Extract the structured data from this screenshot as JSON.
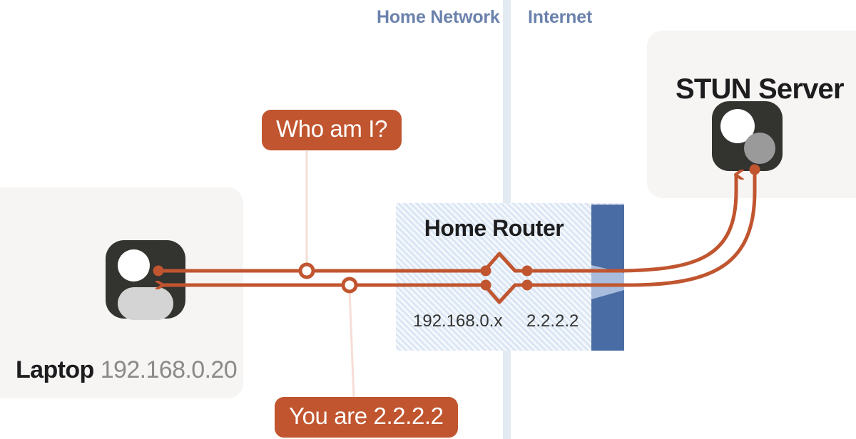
{
  "zones": {
    "home_label": "Home Network",
    "internet_label": "Internet",
    "divider_color": "#e3eaf2",
    "label_color": "#6b82ad"
  },
  "nodes": {
    "laptop": {
      "name": "Laptop",
      "ip": "192.168.0.20",
      "icon": "user-avatar-icon",
      "card_color": "#f7f5f3"
    },
    "router": {
      "title": "Home Router",
      "lan_ip": "192.168.0.x",
      "wan_ip": "2.2.2.2",
      "fill_color": "#dbe6f4",
      "nat_bar_color": "#4a6ca4"
    },
    "stun": {
      "title": "STUN Server",
      "icon": "server-dots-icon",
      "card_color": "#f7f5f3"
    }
  },
  "callouts": {
    "request": "Who am I?",
    "response": "You are 2.2.2.2",
    "bubble_color": "#c0552f",
    "text_color": "#ffffff"
  },
  "flows": {
    "line_color": "#c0552f",
    "leader_color": "#f6ded5",
    "outbound_label": "request-path-laptop-to-stun",
    "inbound_label": "response-path-stun-to-laptop"
  }
}
